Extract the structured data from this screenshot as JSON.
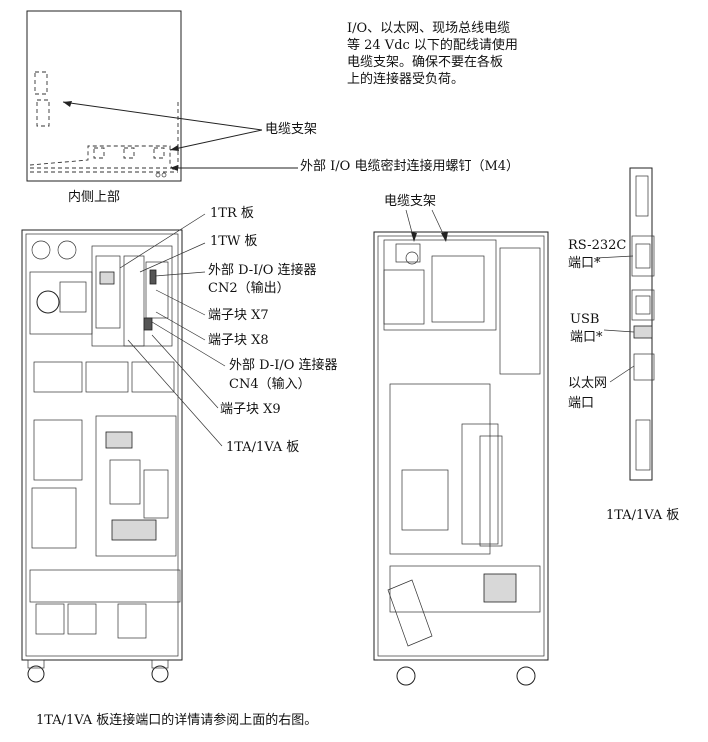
{
  "top_note": "I/O、以太网、现场总线电缆\n等 24 Vdc 以下的配线请使用\n电缆支架。确保不要在各板\n上的连接器受负荷。",
  "labels": {
    "cable_support_top": "电缆支架",
    "external_io_screw": "外部 I/O 电缆密封连接用螺钉（M4）",
    "inner_top": "内侧上部",
    "board_1tr": "1TR 板",
    "board_1tw": "1TW 板",
    "dio_cn2_line1": "外部 D-I/O 连接器",
    "dio_cn2_line2": "CN2（输出）",
    "terminal_x7": "端子块 X7",
    "terminal_x8": "端子块 X8",
    "dio_cn4_line1": "外部 D-I/O 连接器",
    "dio_cn4_line2": "CN4（输入）",
    "terminal_x9": "端子块 X9",
    "board_1ta_center": "1TA/1VA 板",
    "cable_support_mid": "电缆支架",
    "rs232c_line1": "RS-232C",
    "rs232c_line2": "端口*",
    "usb_line1": "USB",
    "usb_line2": "端口*",
    "ethernet_line1": "以太网",
    "ethernet_line2": "端口",
    "board_1ta_right": "1TA/1VA 板"
  },
  "footer_note": "1TA/1VA 板连接端口的详情请参阅上面的右图。"
}
